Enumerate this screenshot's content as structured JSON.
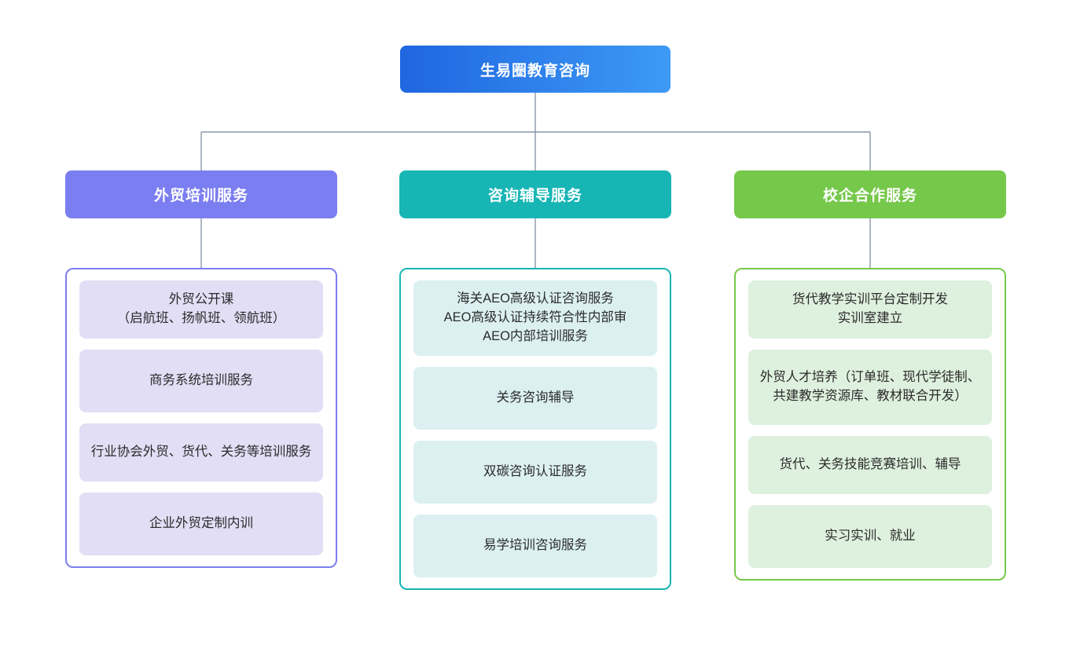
{
  "diagram": {
    "type": "organization-chart",
    "root": {
      "label": "生易圈教育咨询",
      "gradient_from": "#1f66e0",
      "gradient_to": "#3d9af5",
      "text_color": "#ffffff"
    },
    "connector_color": "#8b96a8",
    "branches": [
      {
        "label": "外贸培训服务",
        "header_color": "#7b7ef0",
        "border_color": "#7b7ef0",
        "card_color": "#e2def5",
        "text_color": "#2b2b2b",
        "items": [
          "外贸公开课\n（启航班、扬帆班、领航班）",
          "商务系统培训服务",
          "行业协会外贸、货代、关务等培训服务",
          "企业外贸定制内训"
        ]
      },
      {
        "label": "咨询辅导服务",
        "header_color": "#18b5b5",
        "border_color": "#18b5b5",
        "card_color": "#dcf0f2",
        "text_color": "#2b2b2b",
        "items": [
          "海关AEO高级认证咨询服务\nAEO高级认证持续符合性内部审\nAEO内部培训服务",
          "关务咨询辅导",
          "双碳咨询认证服务",
          "易学培训咨询服务"
        ]
      },
      {
        "label": "校企合作服务",
        "header_color": "#76c84b",
        "border_color": "#76c84b",
        "card_color": "#def0de",
        "text_color": "#2b2b2b",
        "items": [
          "货代教学实训平台定制开发\n实训室建立",
          "外贸人才培养（订单班、现代学徒制、共建教学资源库、教材联合开发）",
          "货代、关务技能竞赛培训、辅导",
          "实习实训、就业"
        ]
      }
    ]
  }
}
